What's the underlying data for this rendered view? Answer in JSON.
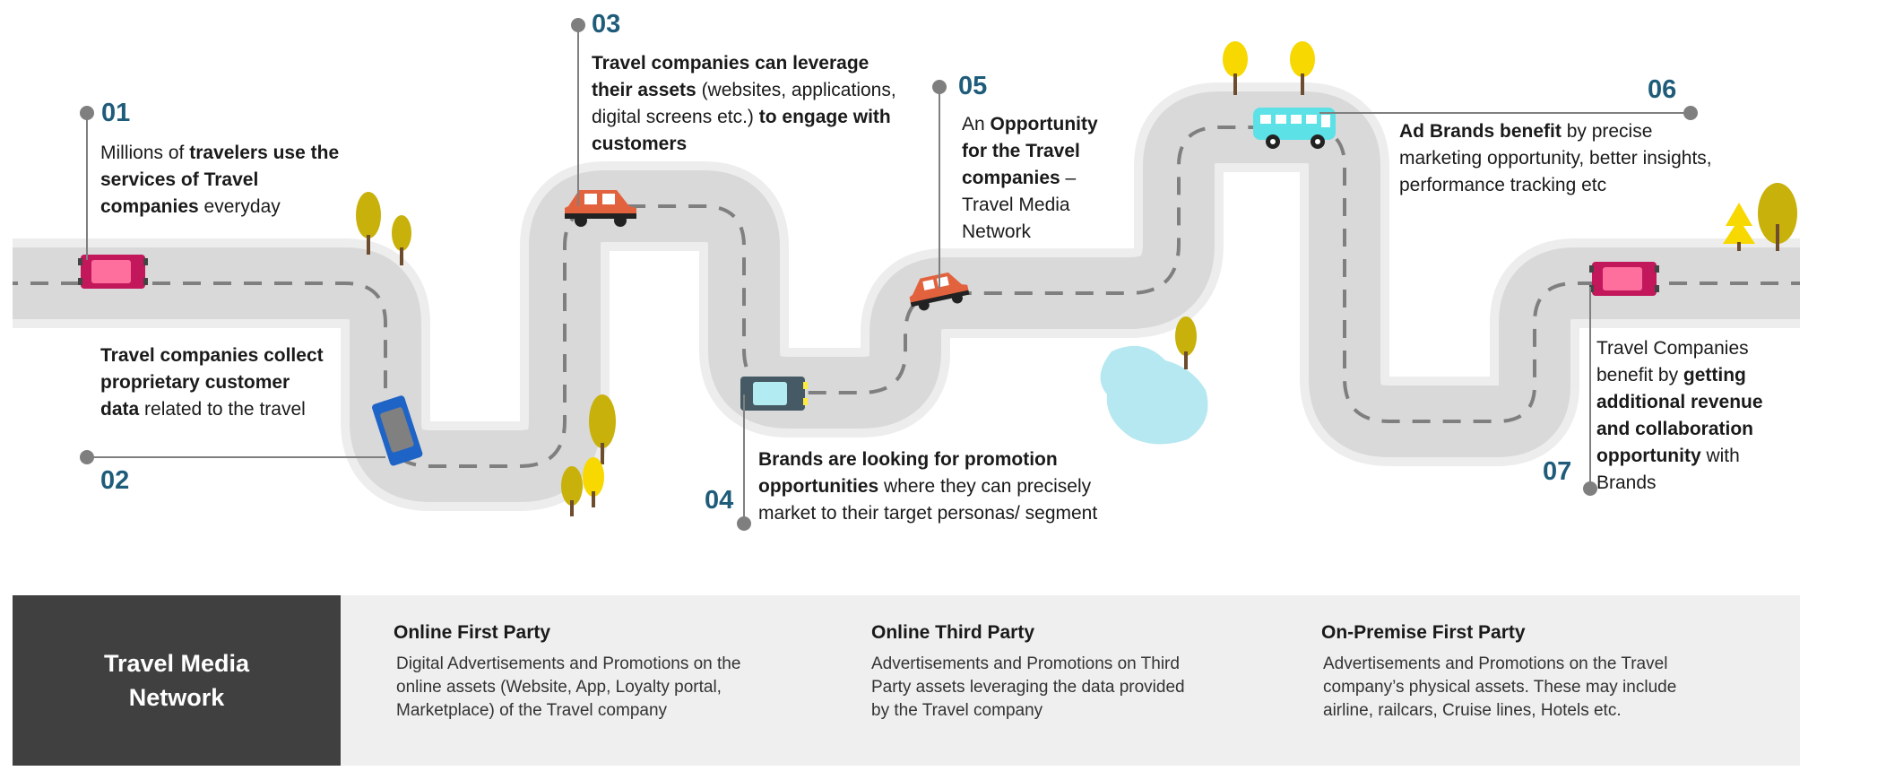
{
  "colors": {
    "road": "#d9d9d9",
    "road_edge": "#ededed",
    "dash": "#7f7f7f",
    "step_number": "#1f5c7a",
    "panel_bg": "#efefef",
    "panel_dark": "#404040",
    "tree": "#c8b10a",
    "tree_bright": "#f7d800",
    "pond": "#b5e8f0"
  },
  "steps": [
    {
      "num": "01",
      "parts": [
        {
          "t": "Millions of ",
          "b": false
        },
        {
          "t": "travelers use the services of Travel companies",
          "b": true
        },
        {
          "t": " everyday",
          "b": false
        }
      ]
    },
    {
      "num": "02",
      "parts": [
        {
          "t": "Travel companies collect proprietary customer data",
          "b": true
        },
        {
          "t": " related to the travel",
          "b": false
        }
      ]
    },
    {
      "num": "03",
      "parts": [
        {
          "t": "Travel companies can leverage their assets",
          "b": true
        },
        {
          "t": " (websites, applications, digital screens etc.) ",
          "b": false
        },
        {
          "t": "to engage with customers",
          "b": true
        }
      ]
    },
    {
      "num": "04",
      "parts": [
        {
          "t": "Brands are looking for promotion opportunities",
          "b": true
        },
        {
          "t": " where they can precisely market to their target personas/ segment",
          "b": false
        }
      ]
    },
    {
      "num": "05",
      "parts": [
        {
          "t": "An ",
          "b": false
        },
        {
          "t": "Opportunity for the Travel companies",
          "b": true
        },
        {
          "t": " – Travel Media Network",
          "b": false
        }
      ]
    },
    {
      "num": "06",
      "parts": [
        {
          "t": "Ad Brands benefit",
          "b": true
        },
        {
          "t": " by precise marketing opportunity, better insights, performance tracking etc",
          "b": false
        }
      ]
    },
    {
      "num": "07",
      "parts": [
        {
          "t": "Travel Companies benefit by ",
          "b": false
        },
        {
          "t": "getting additional revenue and collaboration opportunity",
          "b": true
        },
        {
          "t": " with Brands",
          "b": false
        }
      ]
    }
  ],
  "panel": {
    "title": "Travel Media Network",
    "columns": [
      {
        "title": "Online First Party",
        "body": "Digital Advertisements and Promotions on the online assets (Website, App, Loyalty portal, Marketplace) of the Travel company"
      },
      {
        "title": "Online Third Party",
        "body": "Advertisements and Promotions on Third Party assets leveraging the data provided by the Travel company"
      },
      {
        "title": "On-Premise First Party",
        "body": "Advertisements and Promotions on the Travel company’s physical assets. These may include airline, railcars, Cruise lines, Hotels etc."
      }
    ]
  }
}
